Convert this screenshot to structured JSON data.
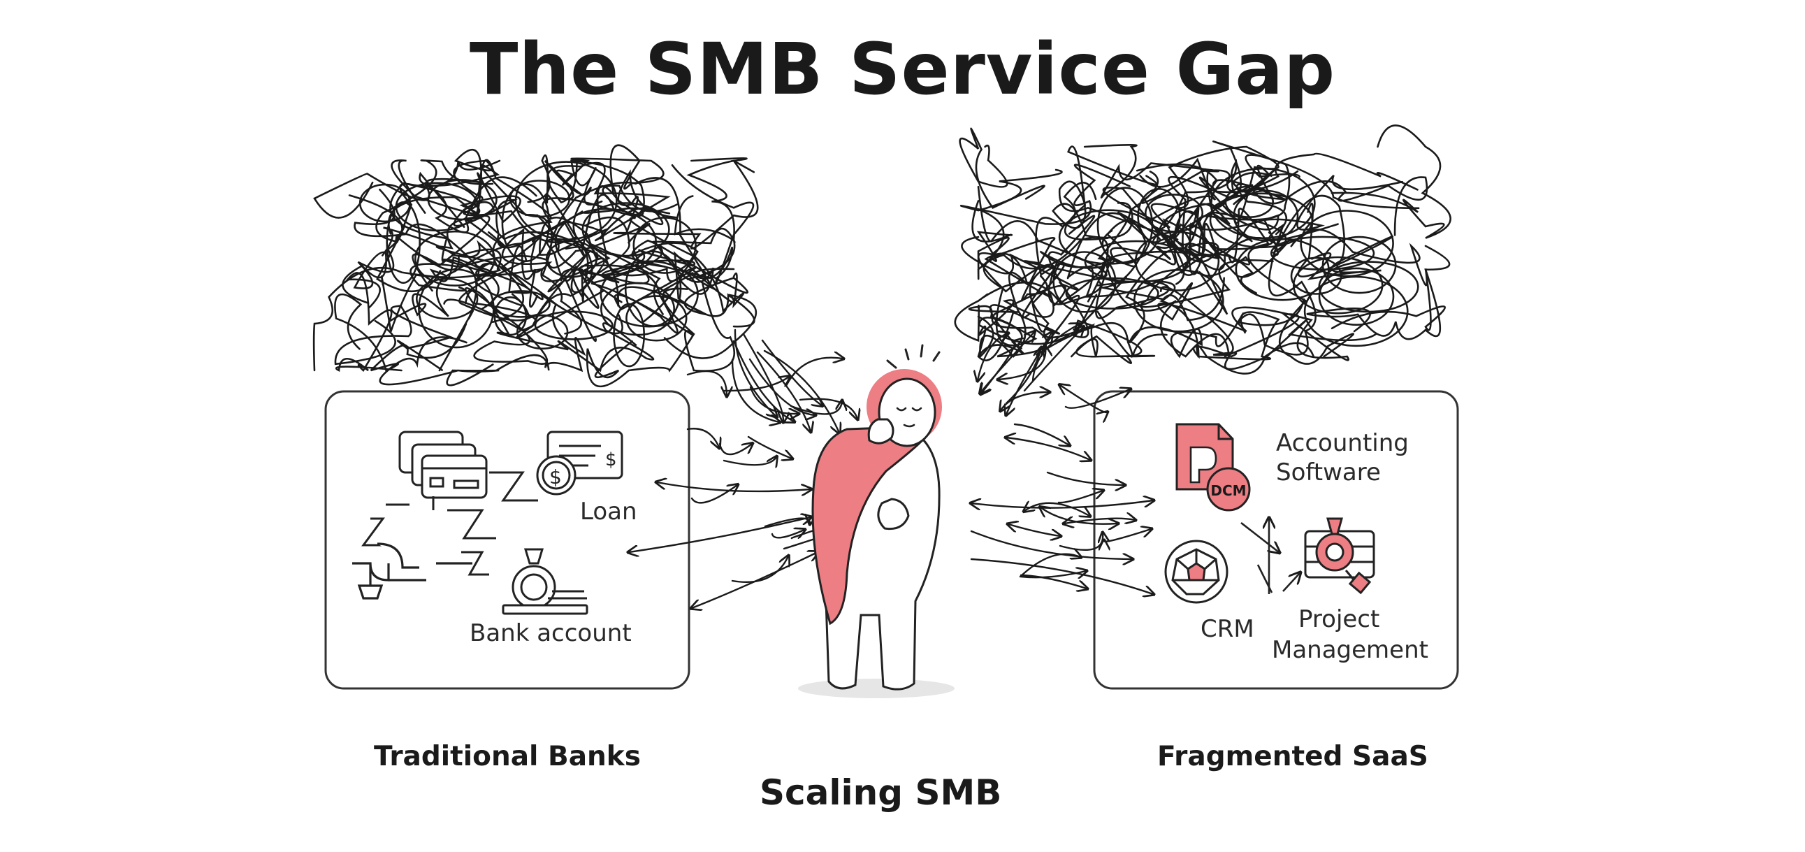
{
  "title": "The SMB Service Gap",
  "left_panel": {
    "caption": "Traditional Banks",
    "items": [
      "Loan",
      "Bank account"
    ]
  },
  "right_panel": {
    "caption": "Fragmented SaaS",
    "items": [
      "Accounting",
      "Software",
      "CRM",
      "Project",
      "Management"
    ],
    "badge": "DCM"
  },
  "center": {
    "caption": "Scaling SMB"
  },
  "colors": {
    "accent": "#ec7e84",
    "ink": "#1a1a1a"
  }
}
